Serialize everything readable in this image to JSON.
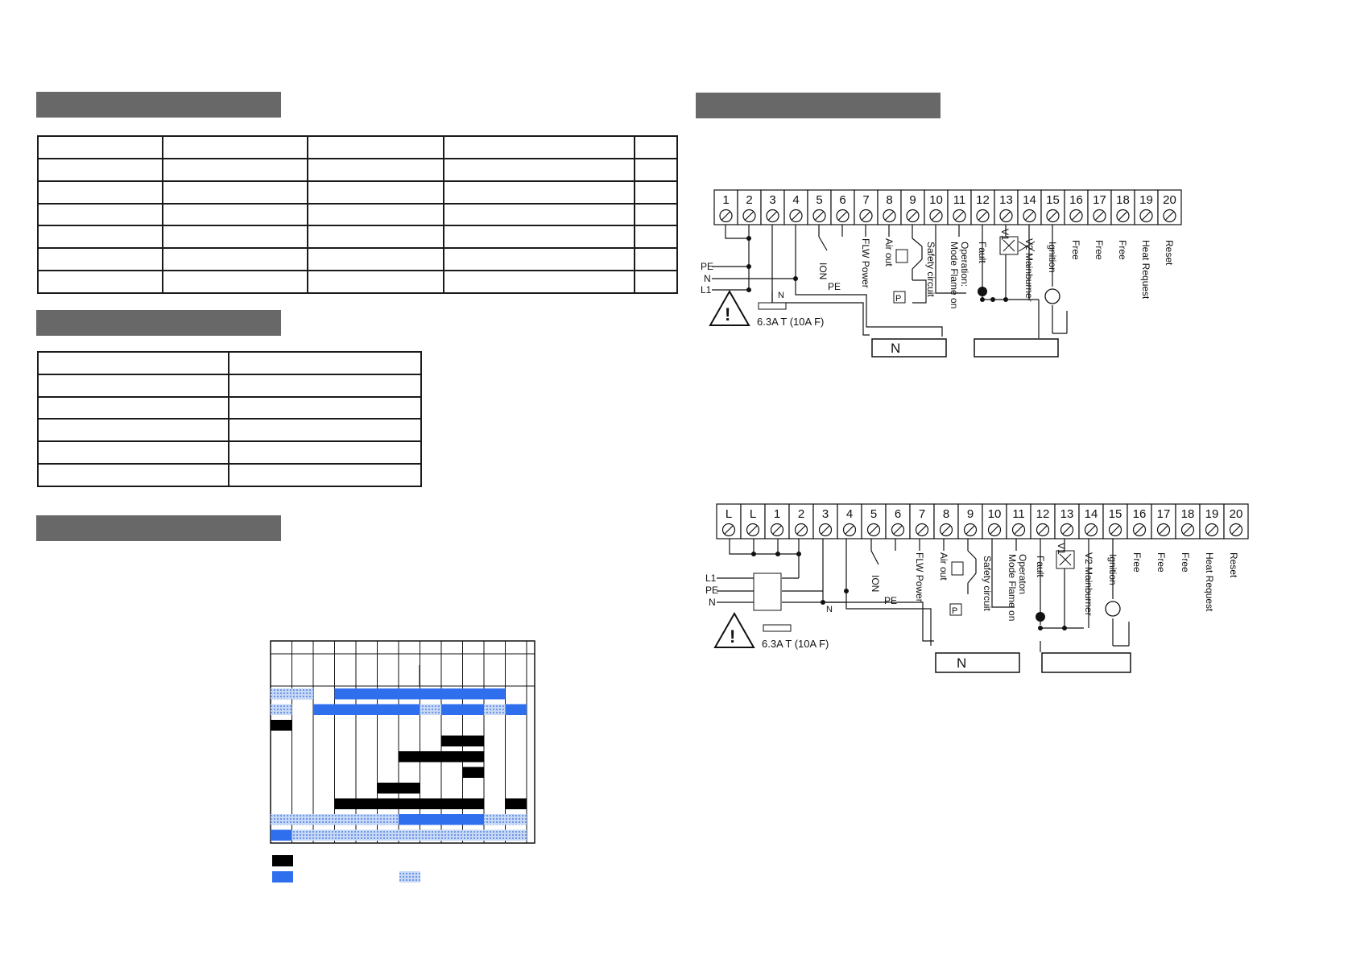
{
  "diagram_top": {
    "terminals": [
      "1",
      "2",
      "3",
      "4",
      "5",
      "6",
      "7",
      "8",
      "9",
      "10",
      "11",
      "12",
      "13",
      "14",
      "15",
      "16",
      "17",
      "18",
      "19",
      "20"
    ],
    "labels": {
      "ion": "ION",
      "flw_power": "FLW Power",
      "air_out": "Air out",
      "safety": "Safety circuit",
      "operation": "Operation:",
      "mode_flame": "Mode Flame on",
      "fault": "Fault",
      "v1": "V1",
      "v2": "V2 Mainburner",
      "ignition": "Ignition",
      "free": "Free",
      "heat_request": "Heat Request",
      "reset": "Reset",
      "pe": "PE",
      "n": "N",
      "l1": "L1",
      "pe_inner": "PE",
      "n_inner": "N",
      "fuse": "6.3A T (10A F)",
      "p": "P",
      "neutral_block": "N"
    }
  },
  "diagram_bottom": {
    "terminals": [
      "L",
      "L",
      "1",
      "2",
      "3",
      "4",
      "5",
      "6",
      "7",
      "8",
      "9",
      "10",
      "11",
      "12",
      "13",
      "14",
      "15",
      "16",
      "17",
      "18",
      "19",
      "20"
    ],
    "labels": {
      "ion": "ION",
      "flw_power": "FLW Power",
      "air_out": "Air out",
      "safety": "Safety circuit",
      "operation": "Operaton",
      "mode_flame": "Mode Flame on",
      "fault": "Fault",
      "v1": "V1",
      "v2": "V2 Mainburner",
      "ignition": "Ignition",
      "free": "Free",
      "heat_request": "Heat Request",
      "reset": "Reset",
      "pe": "PE",
      "n": "N",
      "l1": "L1",
      "pe_inner": "PE",
      "n_inner": "N",
      "fuse": "6.3A T (10A F)",
      "p": "P",
      "neutral_block": "N"
    }
  },
  "timing_chart": {
    "colors": {
      "on": "#000000",
      "blue": "#2f6fed",
      "dotted": "#a9c4f2"
    },
    "rows": [
      {
        "name": "row-1",
        "segments": [
          [
            0,
            2,
            "dotted"
          ],
          [
            3,
            11,
            "blue"
          ]
        ]
      },
      {
        "name": "row-2",
        "segments": [
          [
            0,
            1,
            "dotted"
          ],
          [
            2,
            7,
            "blue"
          ],
          [
            7,
            8,
            "dotted"
          ],
          [
            8,
            10,
            "blue"
          ],
          [
            10,
            11,
            "dotted"
          ],
          [
            11,
            12,
            "blue"
          ]
        ]
      },
      {
        "name": "row-3",
        "segments": [
          [
            0,
            1,
            "on"
          ]
        ]
      },
      {
        "name": "row-4",
        "segments": [
          [
            8,
            10,
            "on"
          ]
        ]
      },
      {
        "name": "row-5",
        "segments": [
          [
            6,
            10,
            "on"
          ]
        ]
      },
      {
        "name": "row-6",
        "segments": [
          [
            9,
            10,
            "on"
          ]
        ]
      },
      {
        "name": "row-7",
        "segments": [
          [
            5,
            7,
            "on"
          ]
        ]
      },
      {
        "name": "row-8",
        "segments": [
          [
            3,
            10,
            "on"
          ],
          [
            11,
            12,
            "on"
          ]
        ]
      },
      {
        "name": "row-9",
        "segments": [
          [
            0,
            3,
            "dotted"
          ],
          [
            3,
            6,
            "dotted"
          ],
          [
            6,
            10,
            "blue"
          ],
          [
            10,
            12,
            "dotted"
          ]
        ]
      },
      {
        "name": "row-10",
        "segments": [
          [
            0,
            1,
            "blue"
          ],
          [
            1,
            12,
            "dotted"
          ]
        ]
      }
    ]
  }
}
